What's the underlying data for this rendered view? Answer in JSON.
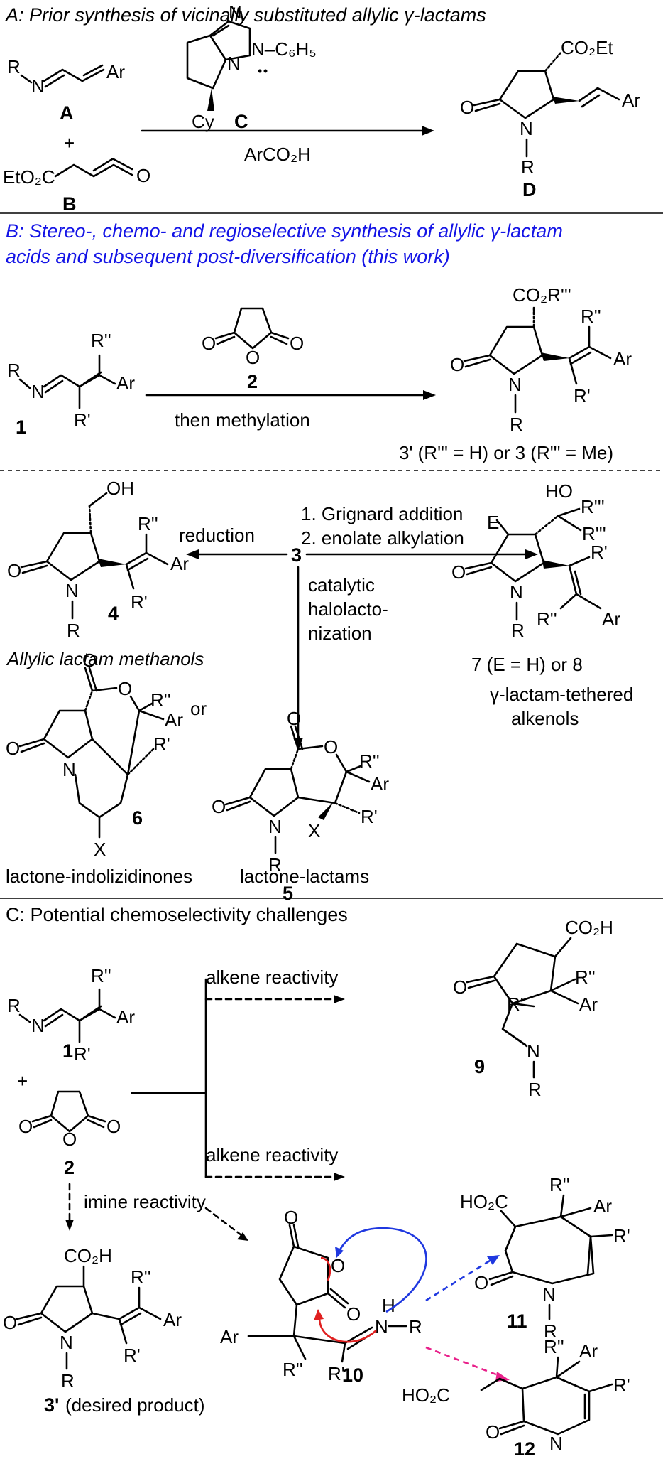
{
  "sectionA": {
    "header": "A: Prior synthesis of vicinally substituted allylic γ-lactams",
    "plus": "+",
    "catalyst_label": "C",
    "cy": "Cy",
    "acid": "ArCO₂H",
    "compounds": {
      "A": "A",
      "B": "B",
      "D": "D"
    },
    "atoms": {
      "N": "N",
      "R": "R",
      "Ar": "Ar",
      "O": "O",
      "EtO2C": "EtO₂C",
      "CO2Et": "CO₂Et",
      "NC6H5": "N–C₆H₅"
    }
  },
  "sectionB": {
    "header_line1": "B: Stereo-, chemo- and regioselective synthesis of allylic γ-lactam",
    "header_line2": "acids and subsequent post-diversification (this work)",
    "reagent2": "2",
    "compound1": "1",
    "condition": "then methylation",
    "product_label": "3' (R''' = H) or 3 (R''' = Me)",
    "substituent_top": "CO₂R'''",
    "center": "3",
    "reduction": "reduction",
    "grignard": "1. Grignard addition",
    "enolate": "2. enolate alkylation",
    "catalytic1": "catalytic",
    "catalytic2": "halolacto-",
    "catalytic3": "nization",
    "label4": "4",
    "name4": "Allylic lactam methanols",
    "label7": "7 (E = H) or 8",
    "name7a": "γ-lactam-tethered",
    "name7b": "alkenols",
    "or": "or",
    "label6": "6",
    "name6": "lactone-indolizidinones",
    "label5": "5",
    "name5": "lactone-lactams",
    "oh": "OH",
    "ho": "HO",
    "e": "E",
    "x": "X"
  },
  "sectionC": {
    "header": "C: Potential chemoselectivity challenges",
    "alkene1": "alkene reactivity",
    "alkene2": "alkene reactivity",
    "imine": "imine reactivity",
    "label1": "1",
    "label2": "2",
    "label9": "9",
    "label10": "10",
    "label11": "11",
    "label12": "12",
    "label3p": "3'",
    "desired": "(desired product)",
    "co2h": "CO₂H",
    "ho2c": "HO₂C",
    "h": "H"
  }
}
